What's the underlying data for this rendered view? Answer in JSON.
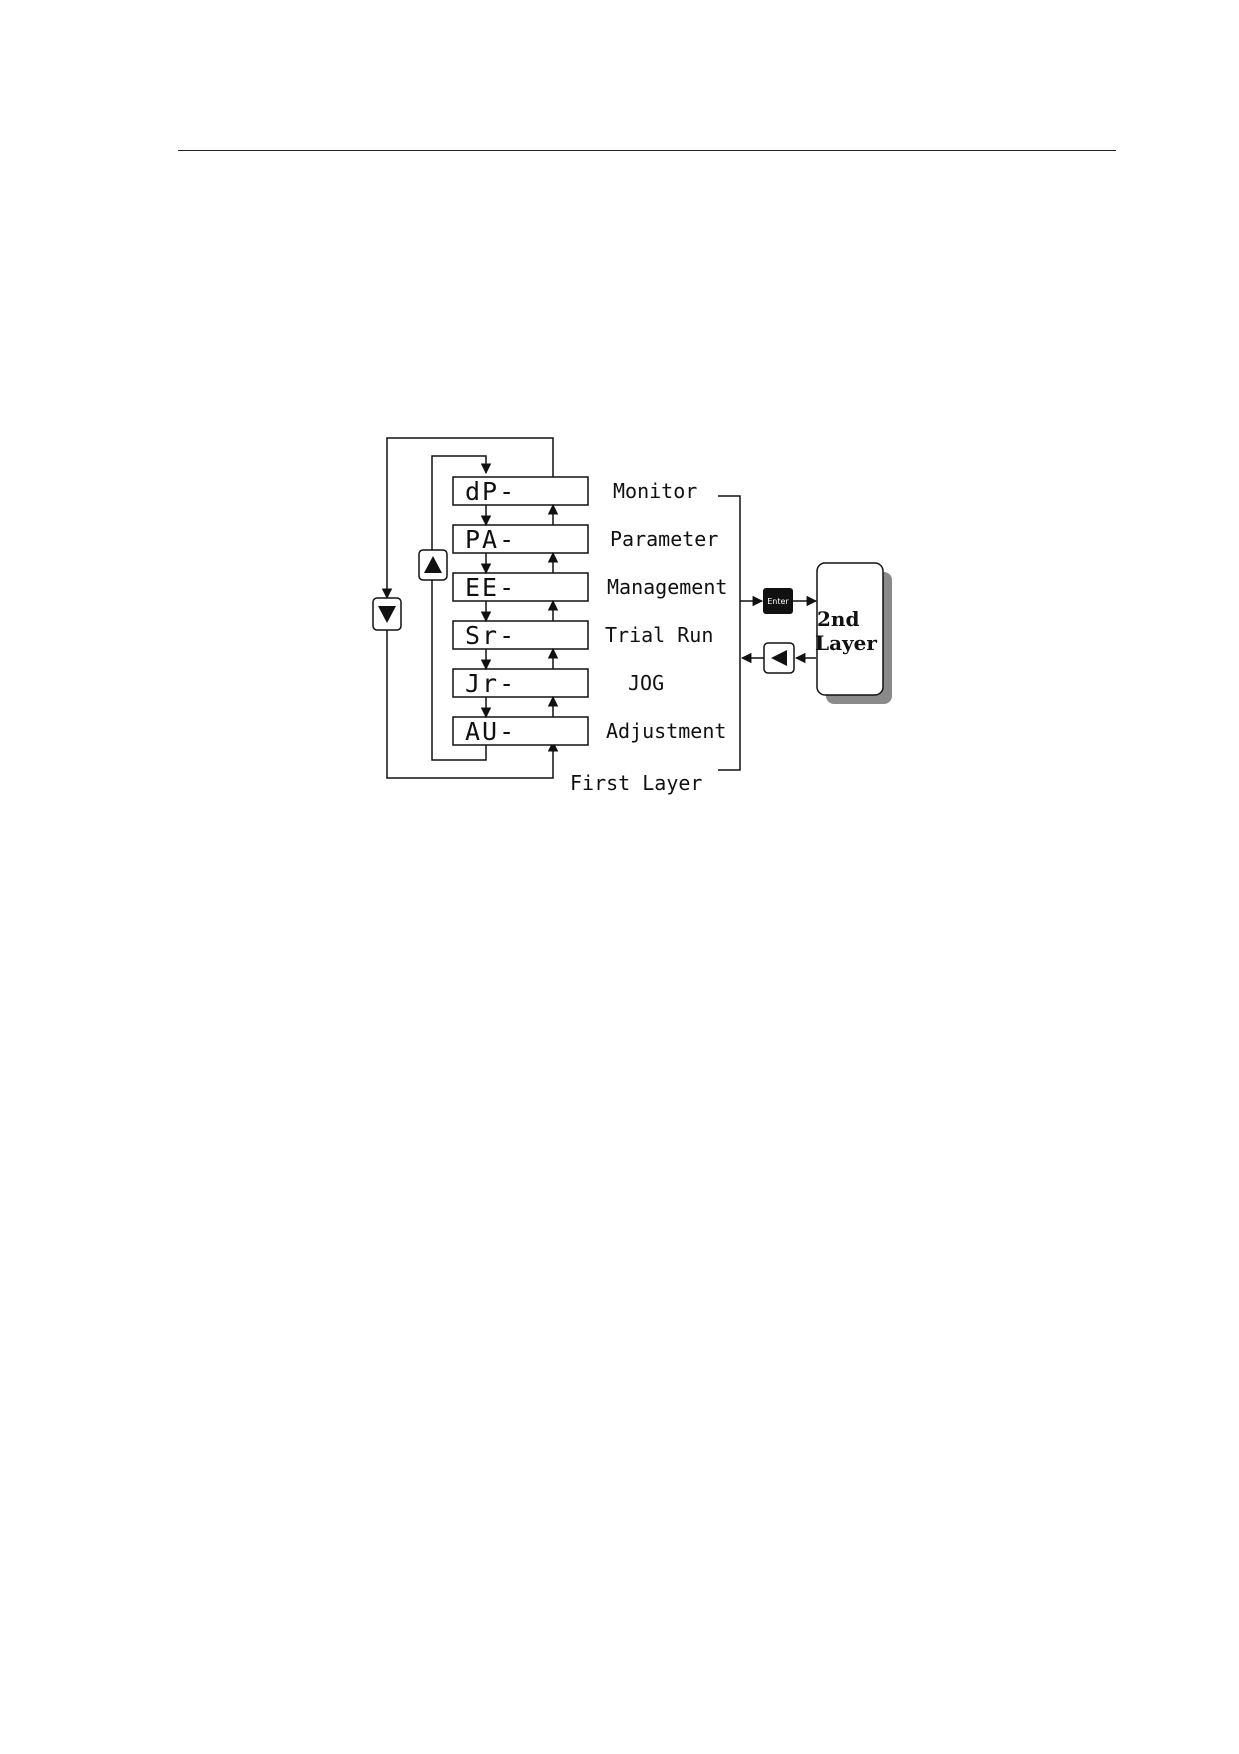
{
  "modes": [
    {
      "code": "dP-",
      "label": "Monitor"
    },
    {
      "code": "PA-",
      "label": "Parameter"
    },
    {
      "code": "EE-",
      "label": "Management"
    },
    {
      "code": "Sr-",
      "label": "Trial Run"
    },
    {
      "code": "Jr-",
      "label": "JOG"
    },
    {
      "code": "AU-",
      "label": "Adjustment"
    }
  ],
  "first_layer_label": "First Layer",
  "second_layer": {
    "line1": "2nd",
    "line2": "Layer"
  },
  "keys": {
    "enter": "Enter",
    "up_icon": "up-triangle-icon",
    "down_icon": "down-triangle-icon",
    "back_icon": "left-triangle-icon"
  },
  "colors": {
    "line": "#111111",
    "shadow": "#8a8a8a",
    "enter_key": "#111111"
  }
}
